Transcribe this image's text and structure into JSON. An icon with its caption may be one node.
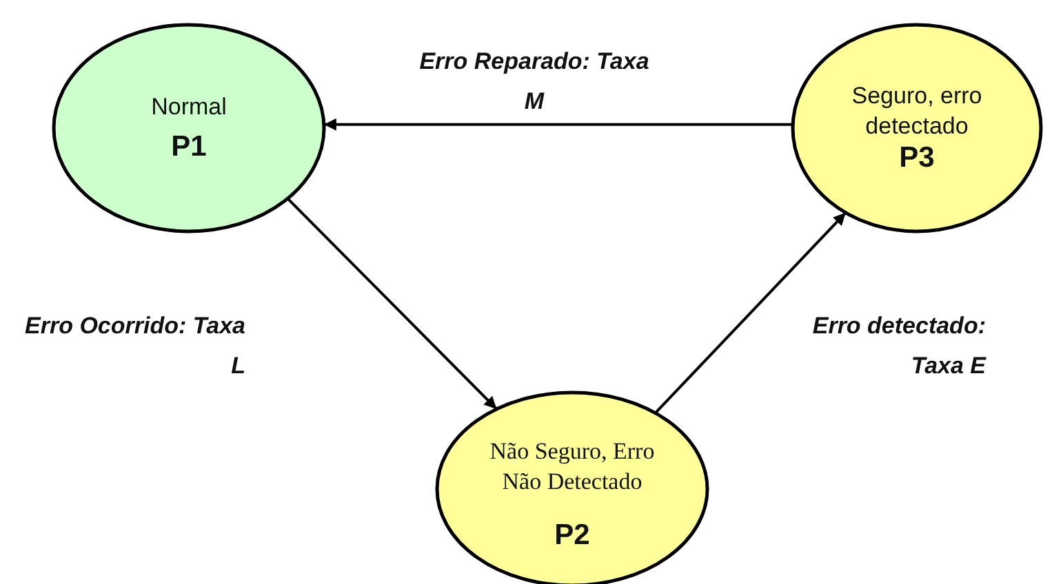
{
  "diagram": {
    "nodes": [
      {
        "text": [
          "Normal",
          "P1"
        ]
      },
      {
        "text": [
          "Não Seguro, Erro Não Detectado",
          "P2"
        ]
      },
      {
        "text": [
          "Seguro, erro detectado",
          "P3"
        ]
      }
    ],
    "edges": [
      {
        "from": 0,
        "to": 1,
        "arrow": "to",
        "label": "Erro Ocorrido: Taxa L"
      },
      {
        "from": 1,
        "to": 2,
        "arrow": "to",
        "label": "Erro detectado: Taxa E"
      },
      {
        "from": 2,
        "to": 0,
        "arrow": "to",
        "label": "Erro Reparado: Taxa M"
      }
    ]
  }
}
